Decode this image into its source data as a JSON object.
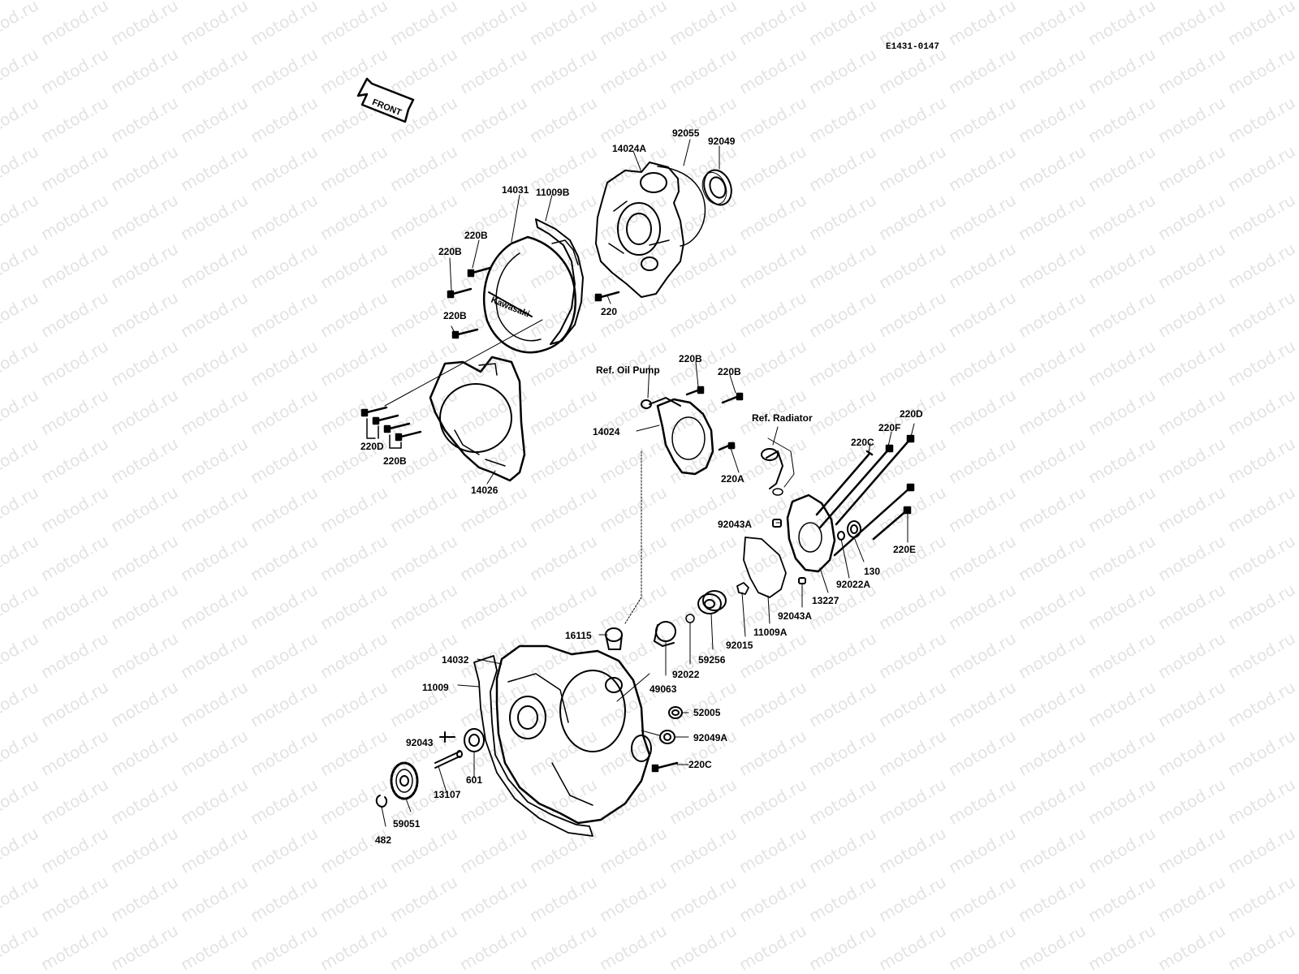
{
  "diagram": {
    "code": "E1431-0147",
    "front_label": "FRONT",
    "watermark": "motod.ru",
    "labels": [
      {
        "id": "92055",
        "text": "92055"
      },
      {
        "id": "92049",
        "text": "92049"
      },
      {
        "id": "14024A",
        "text": "14024A"
      },
      {
        "id": "11009B",
        "text": "11009B"
      },
      {
        "id": "14031",
        "text": "14031"
      },
      {
        "id": "220B-a",
        "text": "220B"
      },
      {
        "id": "220B-b",
        "text": "220B"
      },
      {
        "id": "220B-c",
        "text": "220B"
      },
      {
        "id": "220",
        "text": "220"
      },
      {
        "id": "ref-oil-pump",
        "text": "Ref.  Oil  Pump"
      },
      {
        "id": "220B-d",
        "text": "220B"
      },
      {
        "id": "220B-e",
        "text": "220B"
      },
      {
        "id": "ref-radiator",
        "text": "Ref.  Radiator"
      },
      {
        "id": "220D-a",
        "text": "220D"
      },
      {
        "id": "220F",
        "text": "220F"
      },
      {
        "id": "220C-a",
        "text": "220C"
      },
      {
        "id": "14024",
        "text": "14024"
      },
      {
        "id": "220A",
        "text": "220A"
      },
      {
        "id": "220D-b",
        "text": "220D"
      },
      {
        "id": "220B-f",
        "text": "220B"
      },
      {
        "id": "14026",
        "text": "14026"
      },
      {
        "id": "92043A-a",
        "text": "92043A"
      },
      {
        "id": "220E",
        "text": "220E"
      },
      {
        "id": "130",
        "text": "130"
      },
      {
        "id": "92022A",
        "text": "92022A"
      },
      {
        "id": "13227",
        "text": "13227"
      },
      {
        "id": "92043A-b",
        "text": "92043A"
      },
      {
        "id": "11009A",
        "text": "11009A"
      },
      {
        "id": "92015",
        "text": "92015"
      },
      {
        "id": "59256",
        "text": "59256"
      },
      {
        "id": "92022",
        "text": "92022"
      },
      {
        "id": "49063",
        "text": "49063"
      },
      {
        "id": "16115",
        "text": "16115"
      },
      {
        "id": "14032",
        "text": "14032"
      },
      {
        "id": "11009",
        "text": "11009"
      },
      {
        "id": "52005",
        "text": "52005"
      },
      {
        "id": "92049A",
        "text": "92049A"
      },
      {
        "id": "220C-b",
        "text": "220C"
      },
      {
        "id": "92043",
        "text": "92043"
      },
      {
        "id": "601",
        "text": "601"
      },
      {
        "id": "13107",
        "text": "13107"
      },
      {
        "id": "59051",
        "text": "59051"
      },
      {
        "id": "482",
        "text": "482"
      }
    ]
  }
}
